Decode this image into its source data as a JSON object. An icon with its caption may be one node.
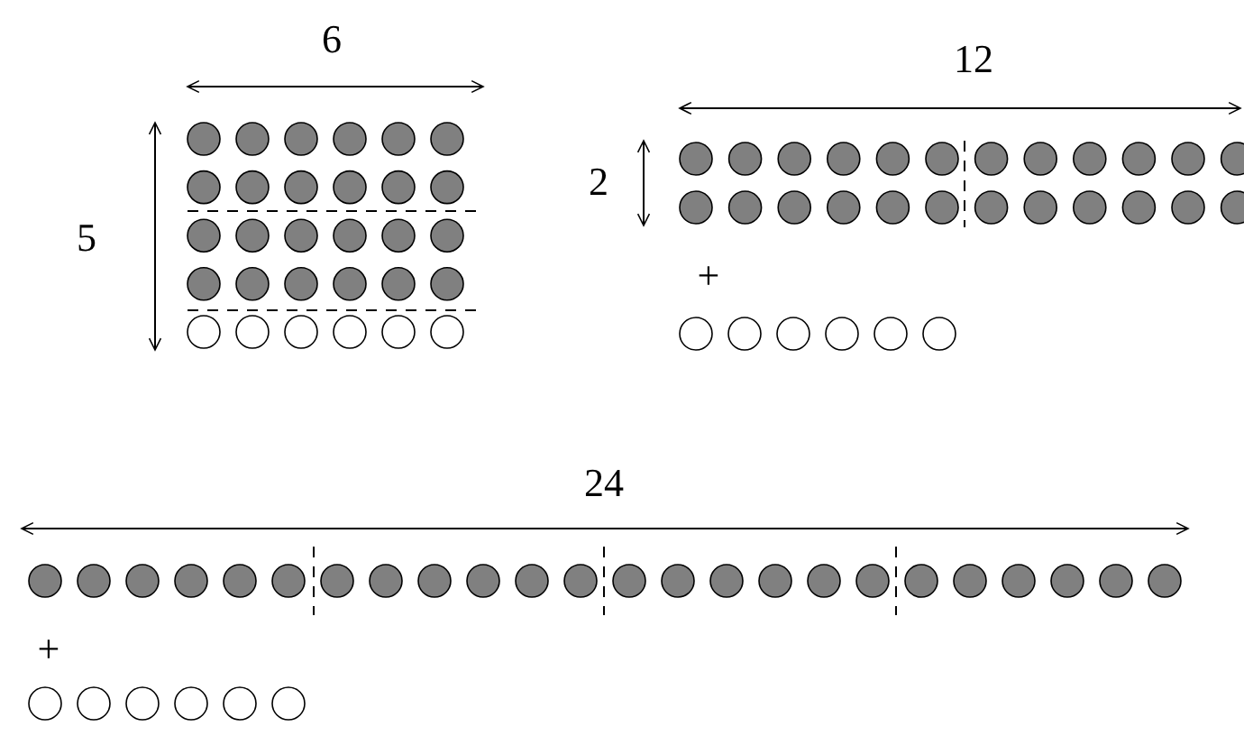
{
  "diagram": {
    "labels": [
      "6",
      "5",
      "12",
      "2",
      "+",
      "24",
      "+"
    ]
  }
}
